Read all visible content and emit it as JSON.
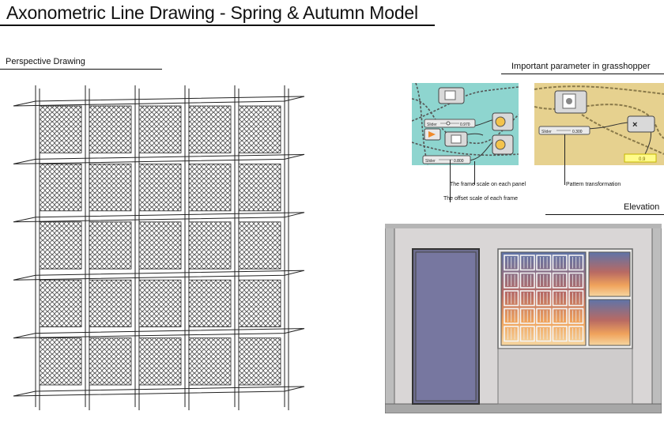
{
  "title": "Axonometric Line Drawing - Spring & Autumn Model",
  "perspective": {
    "label": "Perspective Drawing"
  },
  "parameters": {
    "label": "Important parameter in grasshopper",
    "left_panel": {
      "sliders": [
        "0.970",
        "0.800"
      ],
      "slider_name": "Slider"
    },
    "right_panel": {
      "slider_name": "Slider",
      "slider_value": "0.300",
      "output_value": "0.9"
    },
    "captions": {
      "frame_scale": "The frame scale on each panel",
      "offset_scale": "The offset scale of each frame",
      "pattern": "Pattern transformation"
    }
  },
  "elevation": {
    "label": "Elevation"
  },
  "colors": {
    "teal_canvas": "#8ed5cf",
    "gold_canvas": "#e6d18f",
    "wall": "#d9d9d9",
    "door": "#70708f",
    "sunset_orange": "#e89a5a"
  }
}
